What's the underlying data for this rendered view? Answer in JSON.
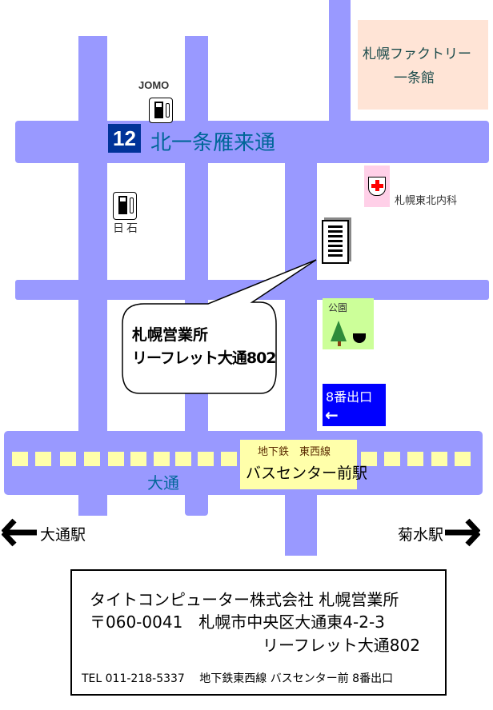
{
  "landmarks": {
    "factory_line1": "札幌ファクトリー",
    "factory_line2": "一条館",
    "jomo": "JOMO",
    "nisseki": "日石",
    "clinic": "札幌東北内科",
    "park": "公園",
    "exit_label": "8番出口",
    "exit_arrow": "←"
  },
  "roads": {
    "route_number": "12",
    "kita1jo": "北一条雁来通",
    "odori": "大通"
  },
  "station": {
    "line": "地下鉄　東西線",
    "name": "バスセンター前駅"
  },
  "bubble": {
    "line1": "札幌営業所",
    "line2": "リーフレット大通802"
  },
  "directions": {
    "left": "大通駅",
    "right": "菊水駅"
  },
  "info": {
    "company": "タイトコンピューター株式会社  札幌営業所",
    "address": "〒060-0041　札幌市中央区大通東4-2-3",
    "building": "リーフレット大通802",
    "contact": "TEL 011-218-5337　 地下鉄東西線 バスセンター前 8番出口"
  },
  "colors": {
    "road": "#9999ff",
    "exit": "#0000ff",
    "route_badge": "#003399",
    "road_text": "#006699"
  }
}
